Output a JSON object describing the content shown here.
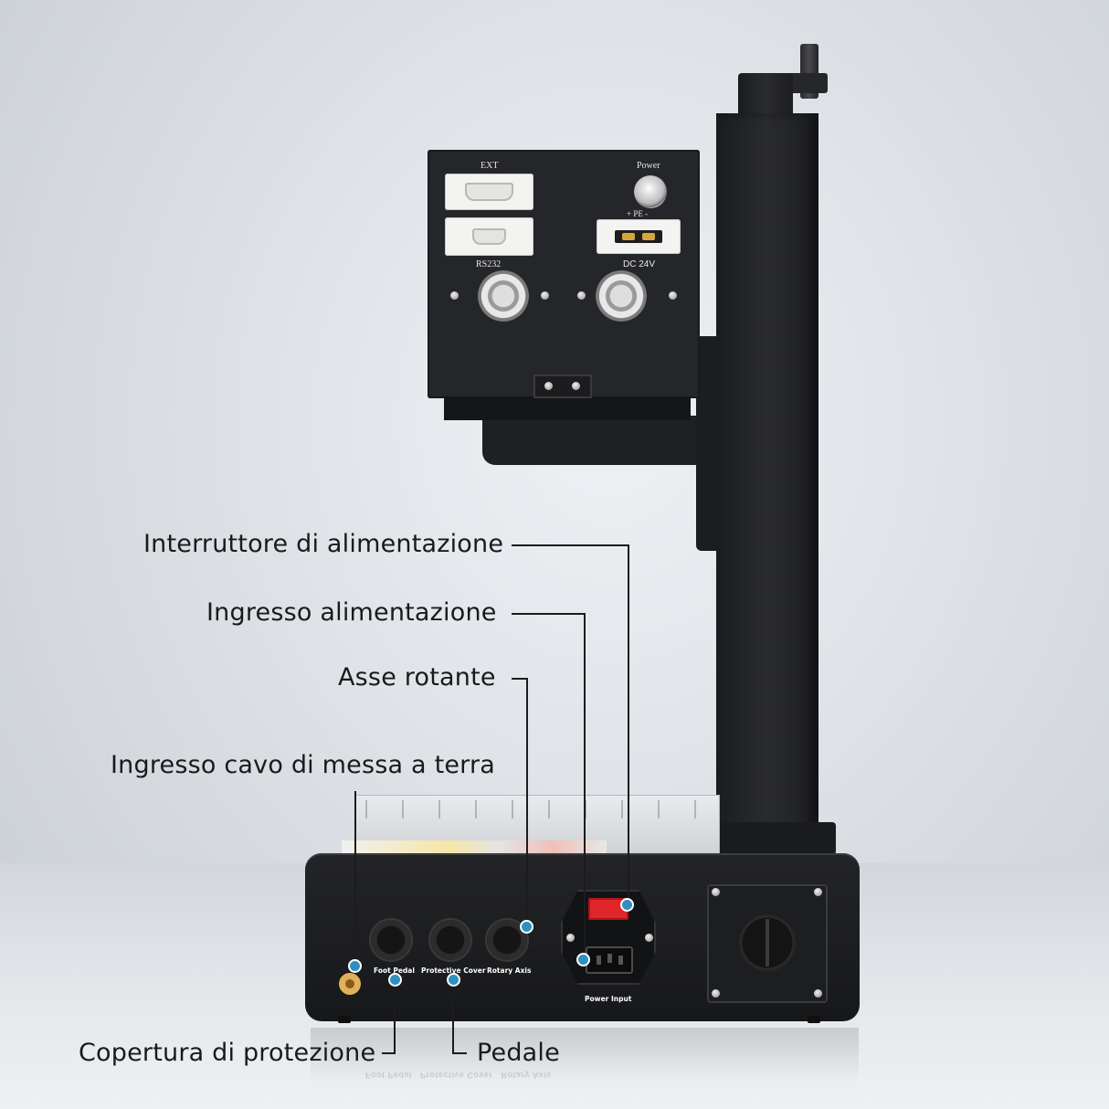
{
  "panel": {
    "ext_label": "EXT",
    "power_label": "Power",
    "pe_label": "+ PE -",
    "rs232_label": "RS232",
    "dc_label": "DC 24V"
  },
  "base": {
    "port_labels": {
      "foot_pedal": "Foot Pedal",
      "protective_cover": "Protective Cover",
      "rotary_axis": "Rotary Axis",
      "power_input": "Power Input"
    }
  },
  "callouts": {
    "power_switch": "Interruttore di alimentazione",
    "power_input": "Ingresso alimentazione",
    "rotary_axis": "Asse rotante",
    "ground_cable": "Ingresso cavo di messa a terra",
    "protective_cover": "Copertura di protezione",
    "pedal": "Pedale"
  },
  "colors": {
    "callout_dot": "#2f8fc1",
    "machine_body": "#1f2023",
    "power_switch": "#e0262b",
    "background": "#d9dde2"
  }
}
